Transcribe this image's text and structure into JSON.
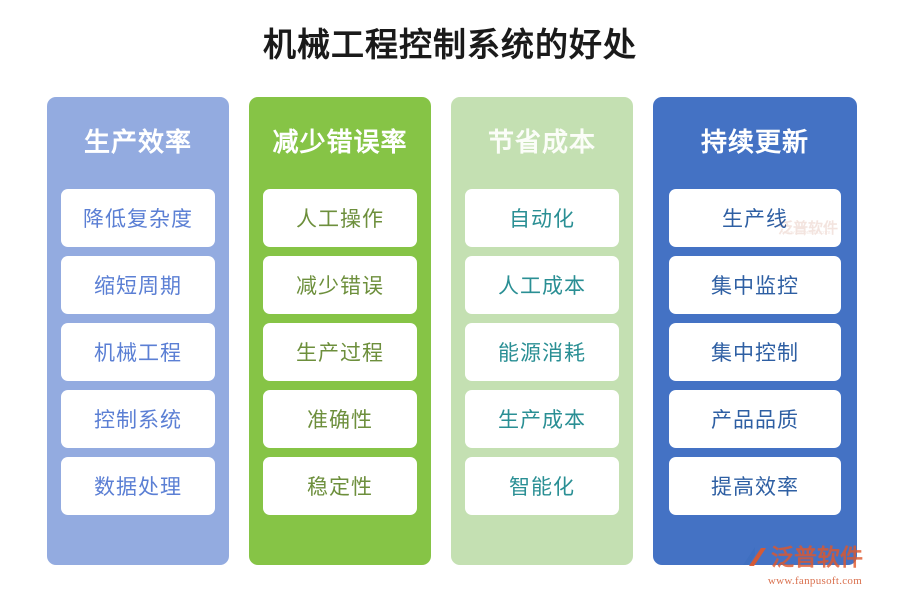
{
  "page": {
    "title": "机械工程控制系统的好处",
    "background": "#ffffff"
  },
  "columns": [
    {
      "header": "生产效率",
      "color": "#93abe0",
      "text_color": "#5b7fd4",
      "items": [
        "降低复杂度",
        "缩短周期",
        "机械工程",
        "控制系统",
        "数据处理"
      ]
    },
    {
      "header": "减少错误率",
      "color": "#86c446",
      "text_color": "#6d8f3c",
      "items": [
        "人工操作",
        "减少错误",
        "生产过程",
        "准确性",
        "稳定性"
      ]
    },
    {
      "header": "节省成本",
      "color": "#c4e0b2",
      "text_color": "#2a8f94",
      "items": [
        "自动化",
        "人工成本",
        "能源消耗",
        "生产成本",
        "智能化"
      ]
    },
    {
      "header": "持续更新",
      "color": "#4472c4",
      "text_color": "#2e5fa3",
      "items": [
        "生产线",
        "集中监控",
        "集中控制",
        "产品品质",
        "提高效率"
      ]
    }
  ],
  "watermark": {
    "brand": "泛普软件",
    "url": "www.fanpusoft.com",
    "color": "#e0582c"
  }
}
